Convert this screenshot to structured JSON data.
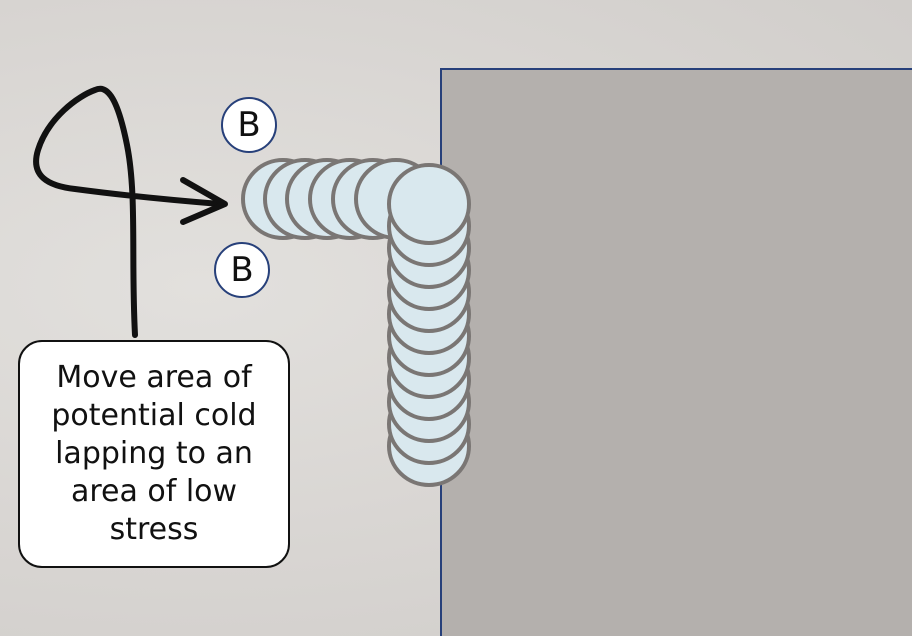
{
  "diagram": {
    "marker_top": "B",
    "marker_bottom": "B",
    "callout": "Move area of\npotential cold\nlapping to an\narea of low\nstress"
  },
  "colors": {
    "background": "#d7d4d1",
    "plate_fill": "#b4b0ad",
    "plate_border": "#27407a",
    "bead_fill": "#d9e8ee",
    "bead_stroke": "#7a7674",
    "marker_border": "#27407a",
    "arrow": "#111111"
  },
  "icons": {
    "weave_arrow": "loop-arrow-icon"
  }
}
